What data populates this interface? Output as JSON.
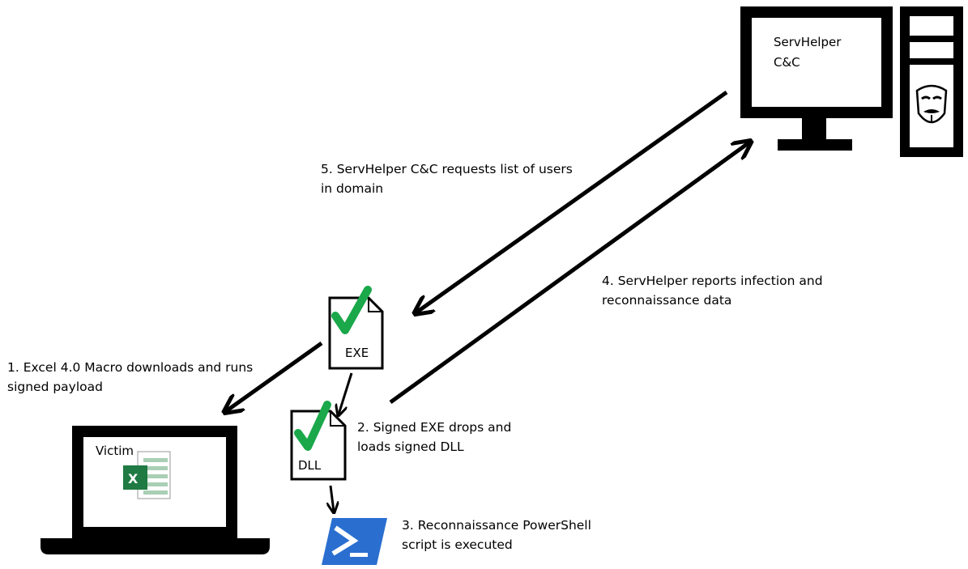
{
  "server": {
    "line1": "ServHelper",
    "line2": "C&C"
  },
  "victim": {
    "label": "Victim"
  },
  "files": {
    "exe": "EXE",
    "dll": "DLL"
  },
  "steps": {
    "step1": {
      "line1": "1. Excel 4.0 Macro downloads and runs",
      "line2": "signed payload"
    },
    "step2": {
      "line1": "2. Signed EXE drops and",
      "line2": "loads signed DLL"
    },
    "step3": {
      "line1": "3. Reconnaissance PowerShell",
      "line2": "script is executed"
    },
    "step4": {
      "line1": "4. ServHelper reports infection and",
      "line2": "reconnaissance data"
    },
    "step5": {
      "line1": "5. ServHelper C&C requests list of users",
      "line2": "in domain"
    }
  },
  "colors": {
    "checkmark": "#1aa84a",
    "excel_green": "#1f7a43",
    "powershell_blue": "#2a6fd0",
    "ink": "#000000"
  },
  "icons": [
    "monitor-icon",
    "tower-icon",
    "mask-icon",
    "laptop-icon",
    "excel-icon",
    "exe-file-icon",
    "dll-file-icon",
    "checkmark-icon",
    "powershell-icon"
  ]
}
